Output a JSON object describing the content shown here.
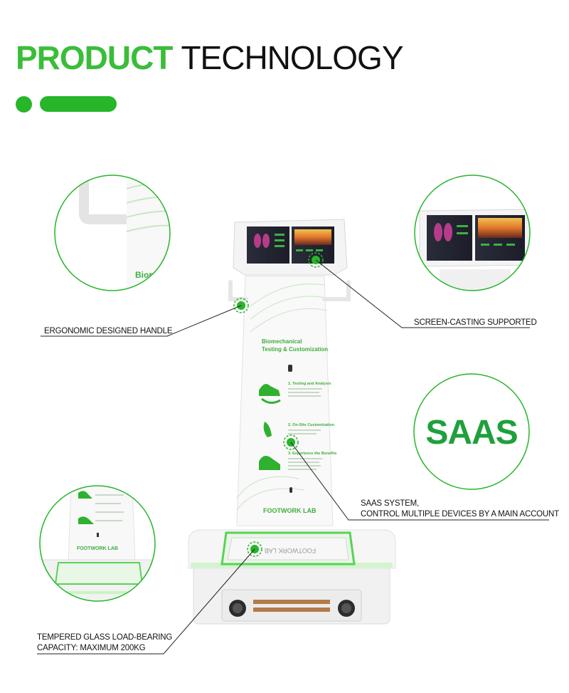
{
  "header": {
    "title_highlight": "PRODUCT",
    "title_rest": "TECHNOLOGY"
  },
  "product": {
    "panel_heading_line1": "Biomechanical",
    "panel_heading_line2": "Testing & Customization",
    "step1": "1. Testing and Analysis",
    "step2": "2. On-Site Customization",
    "step3": "3. Experience the Benefits",
    "brand": "FOOTWORK LAB",
    "brand_partial": "Biome"
  },
  "callouts": {
    "handle": "ERGONOMIC DESIGNED HANDLE",
    "screen": "SCREEN-CASTING SUPPORTED",
    "saas_line1": "SAAS SYSTEM,",
    "saas_line2": "CONTROL MULTIPLE DEVICES BY A MAIN ACCOUNT",
    "glass_line1": "TEMPERED GLASS LOAD-BEARING",
    "glass_line2": "CAPACITY: MAXIMUM 200KG",
    "saas_badge": "SAAS"
  },
  "colors": {
    "accent": "#27b52a",
    "saas_text": "#1fa03c",
    "line": "#222222"
  }
}
